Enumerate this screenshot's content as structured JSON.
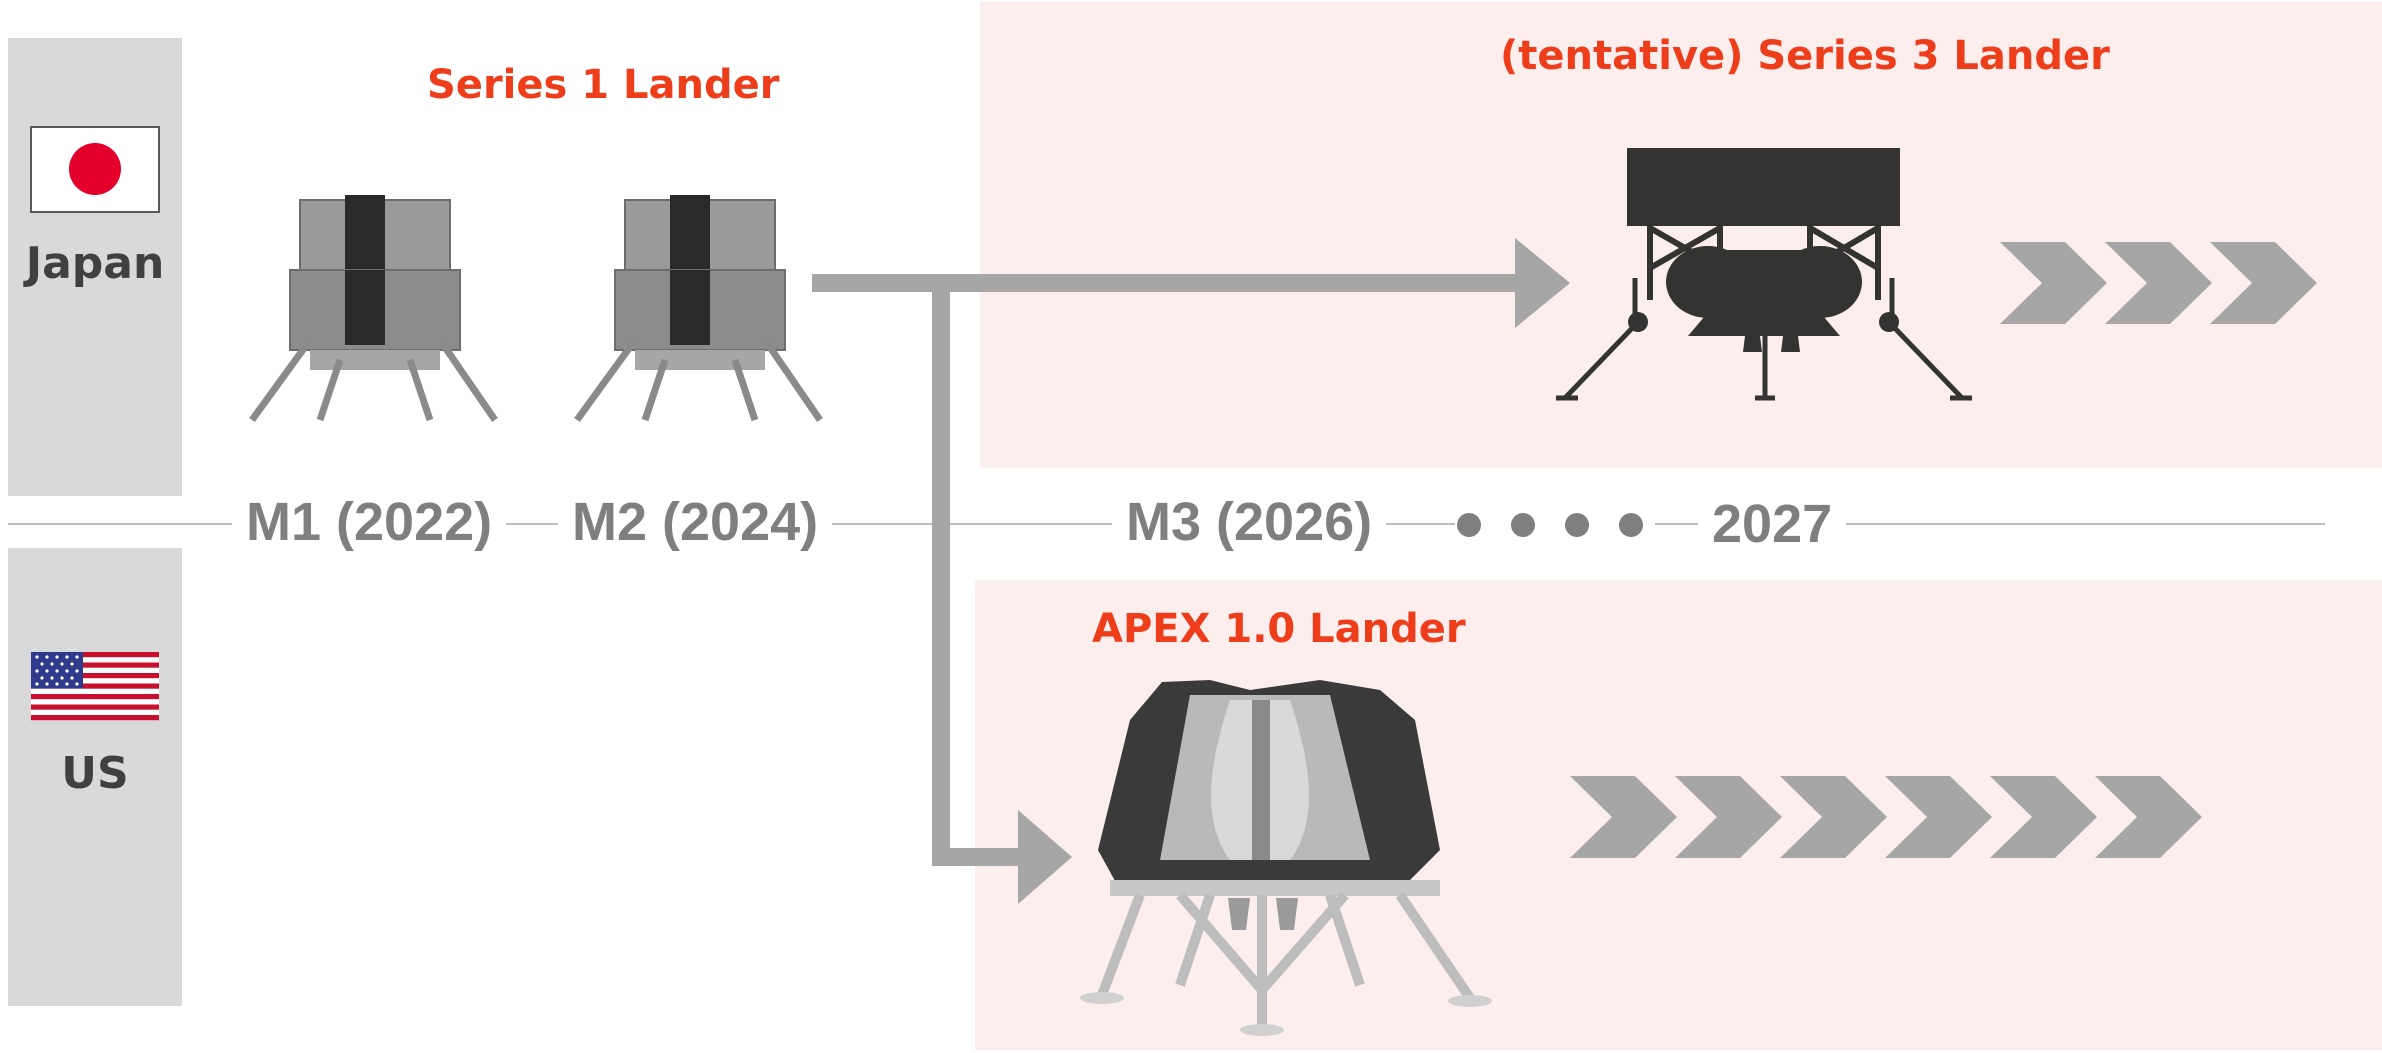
{
  "countries": {
    "japan": {
      "label": "Japan",
      "flag": "japan-flag-icon"
    },
    "us": {
      "label": "US",
      "flag": "us-flag-icon"
    }
  },
  "landers": {
    "series1": "Series 1 Lander",
    "series3": "(tentative) Series 3 Lander",
    "apex": "APEX 1.0 Lander"
  },
  "timeline": {
    "m1": "M1 (2022)",
    "m2": "M2 (2024)",
    "m3": "M3 (2026)",
    "y2027": "2027"
  },
  "colors": {
    "title_red": "#ee3d1b",
    "timeline_gray": "#7f7f7f",
    "region_pink": "#fdeeee",
    "sidebar_gray": "#d9d9d9",
    "arrow_gray": "#a6a6a6"
  }
}
